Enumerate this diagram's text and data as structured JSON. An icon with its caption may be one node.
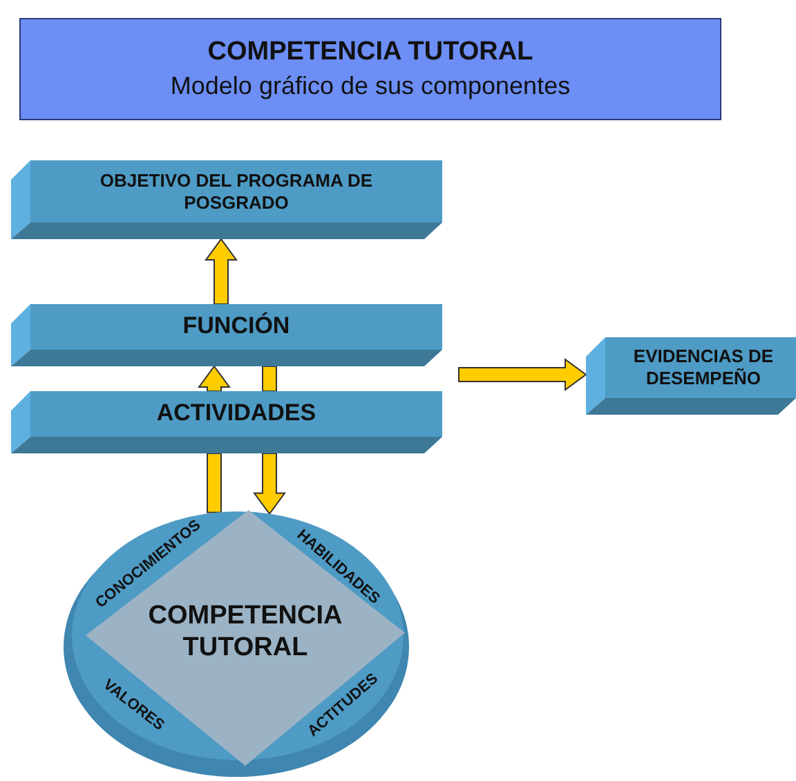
{
  "diagram": {
    "nodes": [
      {
        "text": [
          "COMPETENCIA TUTORAL",
          "Modelo gráfico de sus componentes"
        ]
      },
      {
        "text": [
          "OBJETIVO DEL PROGRAMA DE POSGRADO"
        ]
      },
      {
        "text": [
          "FUNCIÓN"
        ]
      },
      {
        "text": [
          "ACTIVIDADES"
        ]
      },
      {
        "text": [
          "EVIDENCIAS DE DESEMPEÑO"
        ]
      },
      {
        "text": [
          "CONOCIMIENTOS",
          "HABILIDADES",
          "VALORES",
          "ACTITUDES"
        ]
      },
      {
        "text": [
          "COMPETENCIA TUTORAL"
        ],
        "in": 5
      }
    ],
    "edges": [
      {
        "from": 2,
        "to": 1,
        "arrow": "to"
      },
      {
        "from": 3,
        "to": 2,
        "arrow": "to"
      },
      {
        "from": 2,
        "to": 3,
        "arrow": "none"
      },
      {
        "from": 5,
        "to": 3,
        "arrow": "none"
      },
      {
        "from": 3,
        "to": 5,
        "arrow": "to"
      },
      {
        "from": null,
        "to": 4,
        "arrow": "to"
      }
    ]
  }
}
